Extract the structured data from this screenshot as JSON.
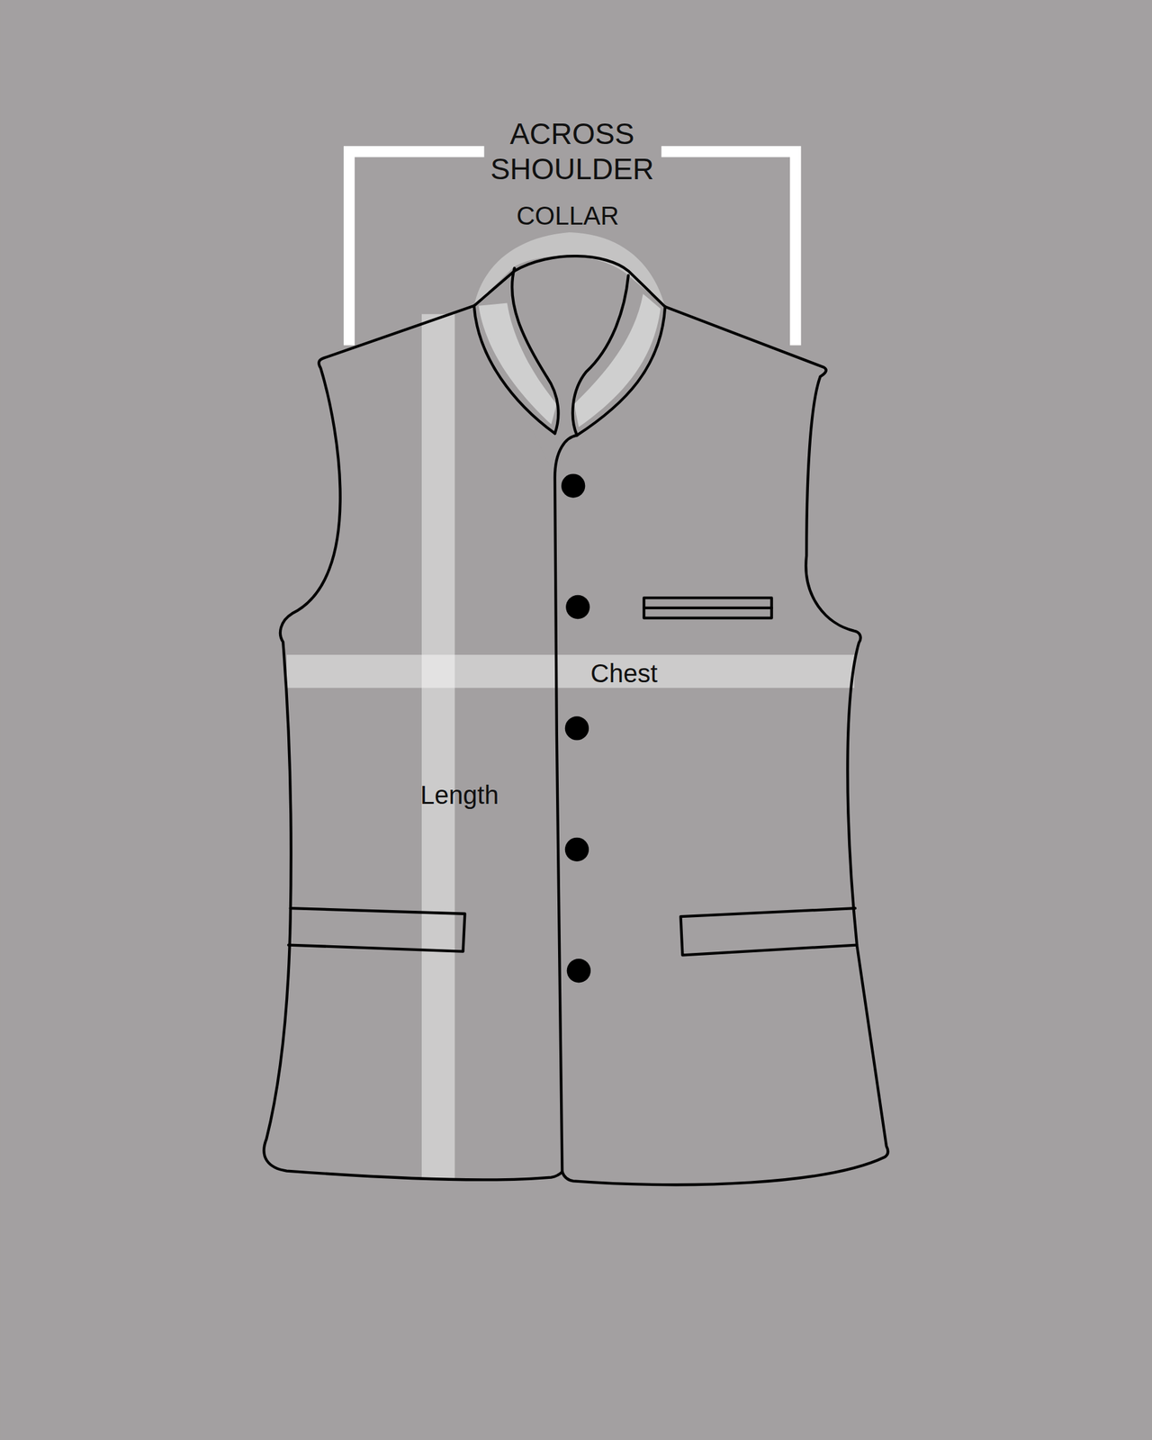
{
  "diagram": {
    "labels": [
      "ACROSS SHOULDER",
      "COLLAR",
      "Chest",
      "Length"
    ]
  }
}
